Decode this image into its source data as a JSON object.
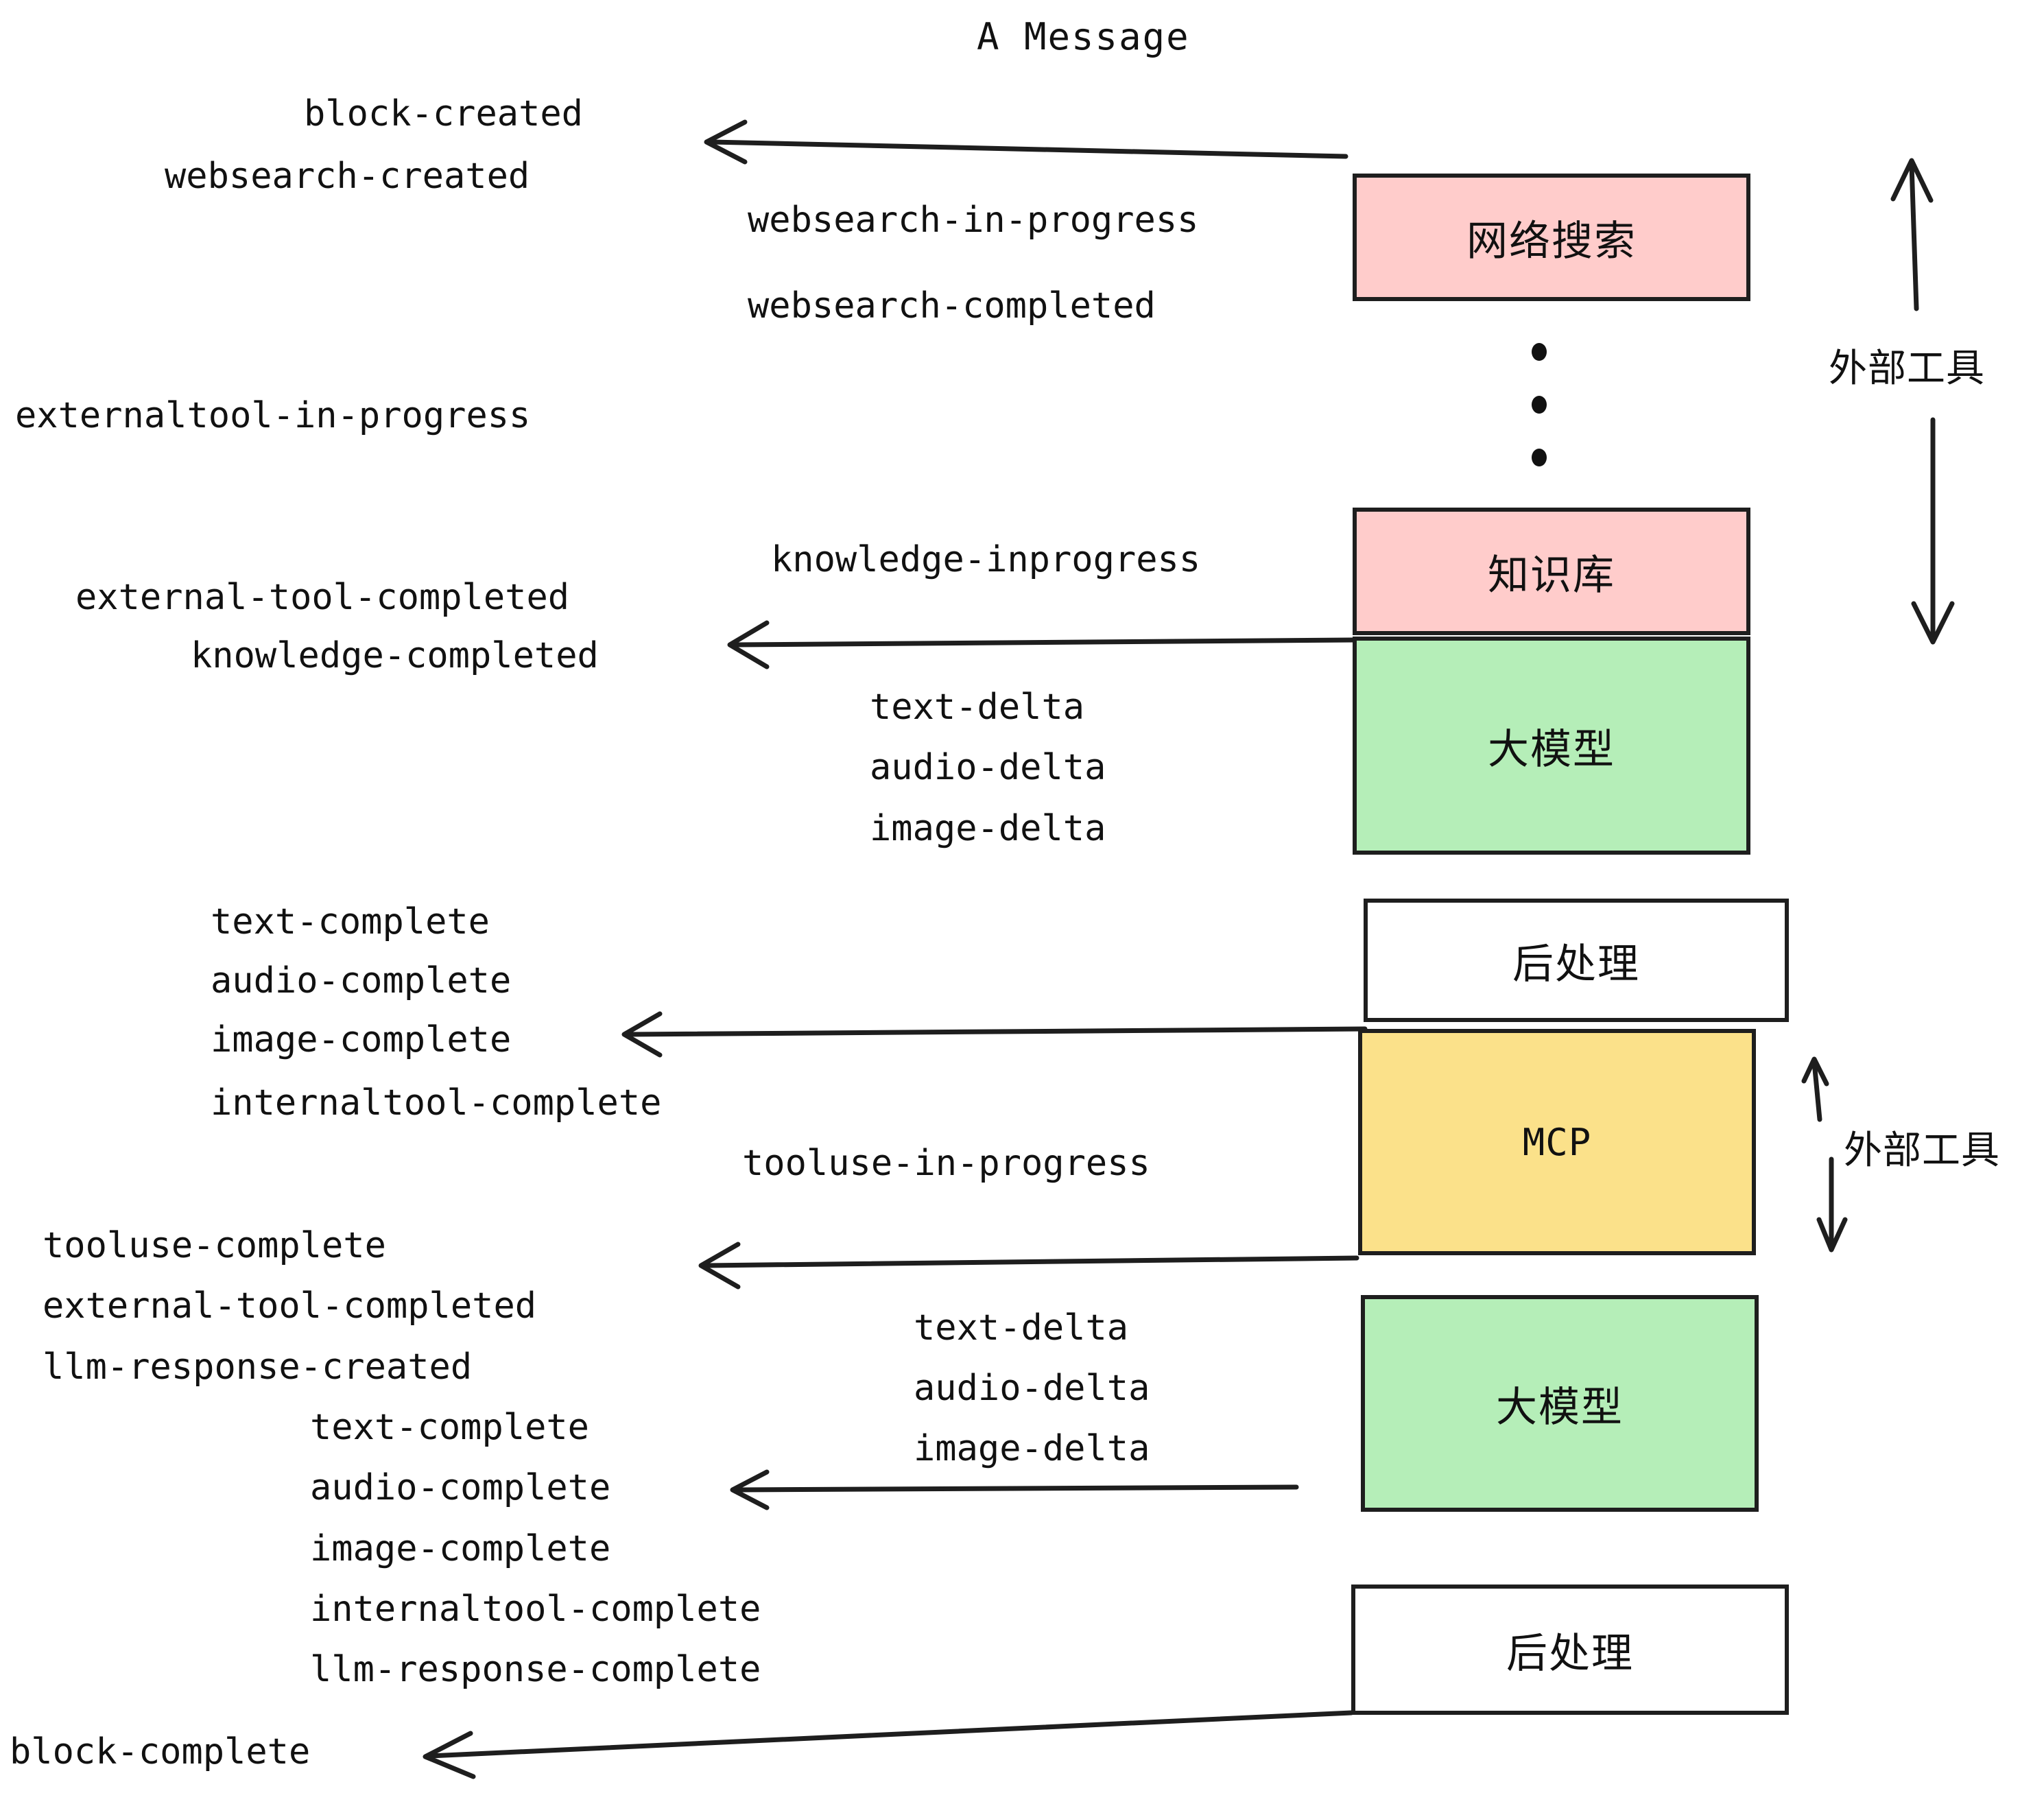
{
  "diagram": {
    "title": "A Message",
    "colors": {
      "pink": "#ffcccb",
      "green": "#b5eeb8",
      "yellow": "#fbe18a",
      "white": "#ffffff",
      "stroke": "#1e1e1e",
      "text": "#111111"
    },
    "nodes": [
      {
        "id": "websearch",
        "label": "网络搜索",
        "fill": "#ffcccb"
      },
      {
        "id": "knowledge",
        "label": "知识库",
        "fill": "#ffcccb"
      },
      {
        "id": "llm1",
        "label": "大模型",
        "fill": "#b5eeb8"
      },
      {
        "id": "post1",
        "label": "后处理",
        "fill": "#ffffff"
      },
      {
        "id": "mcp",
        "label": "MCP",
        "fill": "#fbe18a"
      },
      {
        "id": "llm2",
        "label": "大模型",
        "fill": "#b5eeb8"
      },
      {
        "id": "post2",
        "label": "后处理",
        "fill": "#ffffff"
      }
    ],
    "side_labels": [
      {
        "id": "external-tool-top",
        "label": "外部工具"
      },
      {
        "id": "external-tool-bottom",
        "label": "外部工具"
      }
    ],
    "events": [
      {
        "id": "block-created",
        "label": "block-created"
      },
      {
        "id": "websearch-created",
        "label": "websearch-created"
      },
      {
        "id": "websearch-in-progress",
        "label": "websearch-in-progress"
      },
      {
        "id": "websearch-completed",
        "label": "websearch-completed"
      },
      {
        "id": "externaltool-in-progress",
        "label": "externaltool-in-progress"
      },
      {
        "id": "knowledge-inprogress",
        "label": "knowledge-inprogress"
      },
      {
        "id": "external-tool-completed-1",
        "label": "external-tool-completed"
      },
      {
        "id": "knowledge-completed",
        "label": "knowledge-completed"
      },
      {
        "id": "text-delta-1",
        "label": "text-delta"
      },
      {
        "id": "audio-delta-1",
        "label": "audio-delta"
      },
      {
        "id": "image-delta-1",
        "label": "image-delta"
      },
      {
        "id": "text-complete-1",
        "label": "text-complete"
      },
      {
        "id": "audio-complete-1",
        "label": "audio-complete"
      },
      {
        "id": "image-complete-1",
        "label": "image-complete"
      },
      {
        "id": "internaltool-complete-1",
        "label": "internaltool-complete"
      },
      {
        "id": "tooluse-in-progress",
        "label": "tooluse-in-progress"
      },
      {
        "id": "tooluse-complete",
        "label": "tooluse-complete"
      },
      {
        "id": "external-tool-completed-2",
        "label": "external-tool-completed"
      },
      {
        "id": "llm-response-created",
        "label": "llm-response-created"
      },
      {
        "id": "text-delta-2",
        "label": "text-delta"
      },
      {
        "id": "audio-delta-2",
        "label": "audio-delta"
      },
      {
        "id": "image-delta-2",
        "label": "image-delta"
      },
      {
        "id": "text-complete-2",
        "label": "text-complete"
      },
      {
        "id": "audio-complete-2",
        "label": "audio-complete"
      },
      {
        "id": "image-complete-2",
        "label": "image-complete"
      },
      {
        "id": "internaltool-complete-2",
        "label": "internaltool-complete"
      },
      {
        "id": "llm-response-complete",
        "label": "llm-response-complete"
      },
      {
        "id": "block-complete",
        "label": "block-complete"
      }
    ]
  }
}
